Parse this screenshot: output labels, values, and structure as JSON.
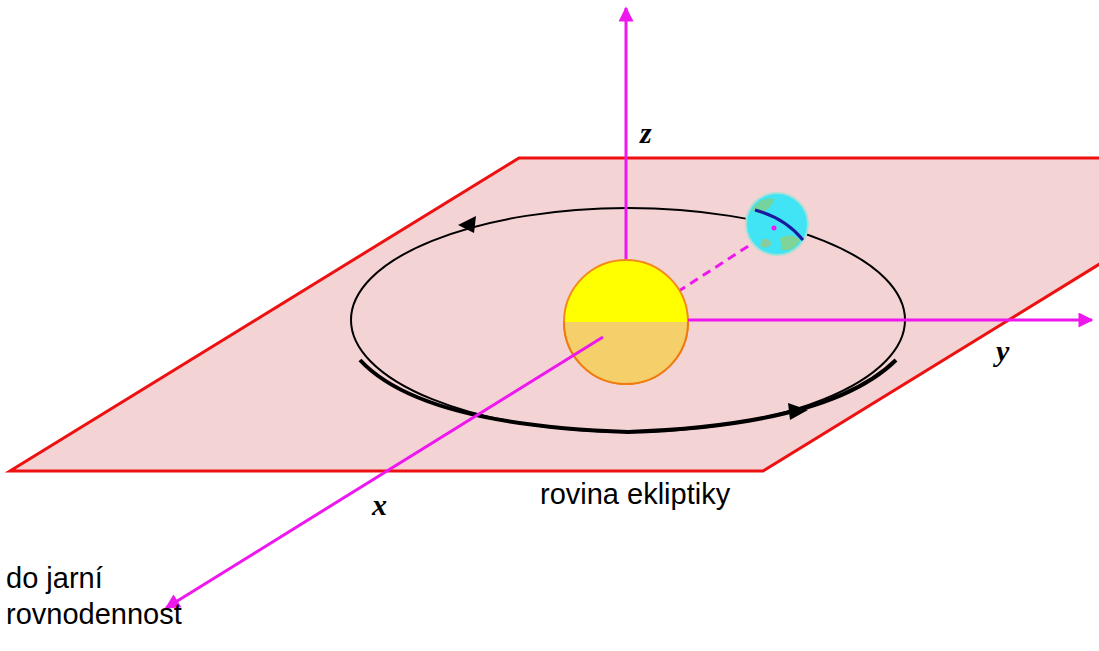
{
  "diagram": {
    "labels": [
      "z",
      "y",
      "x",
      "rovina ekliptiky",
      "do jarní rovnodennost"
    ]
  }
}
